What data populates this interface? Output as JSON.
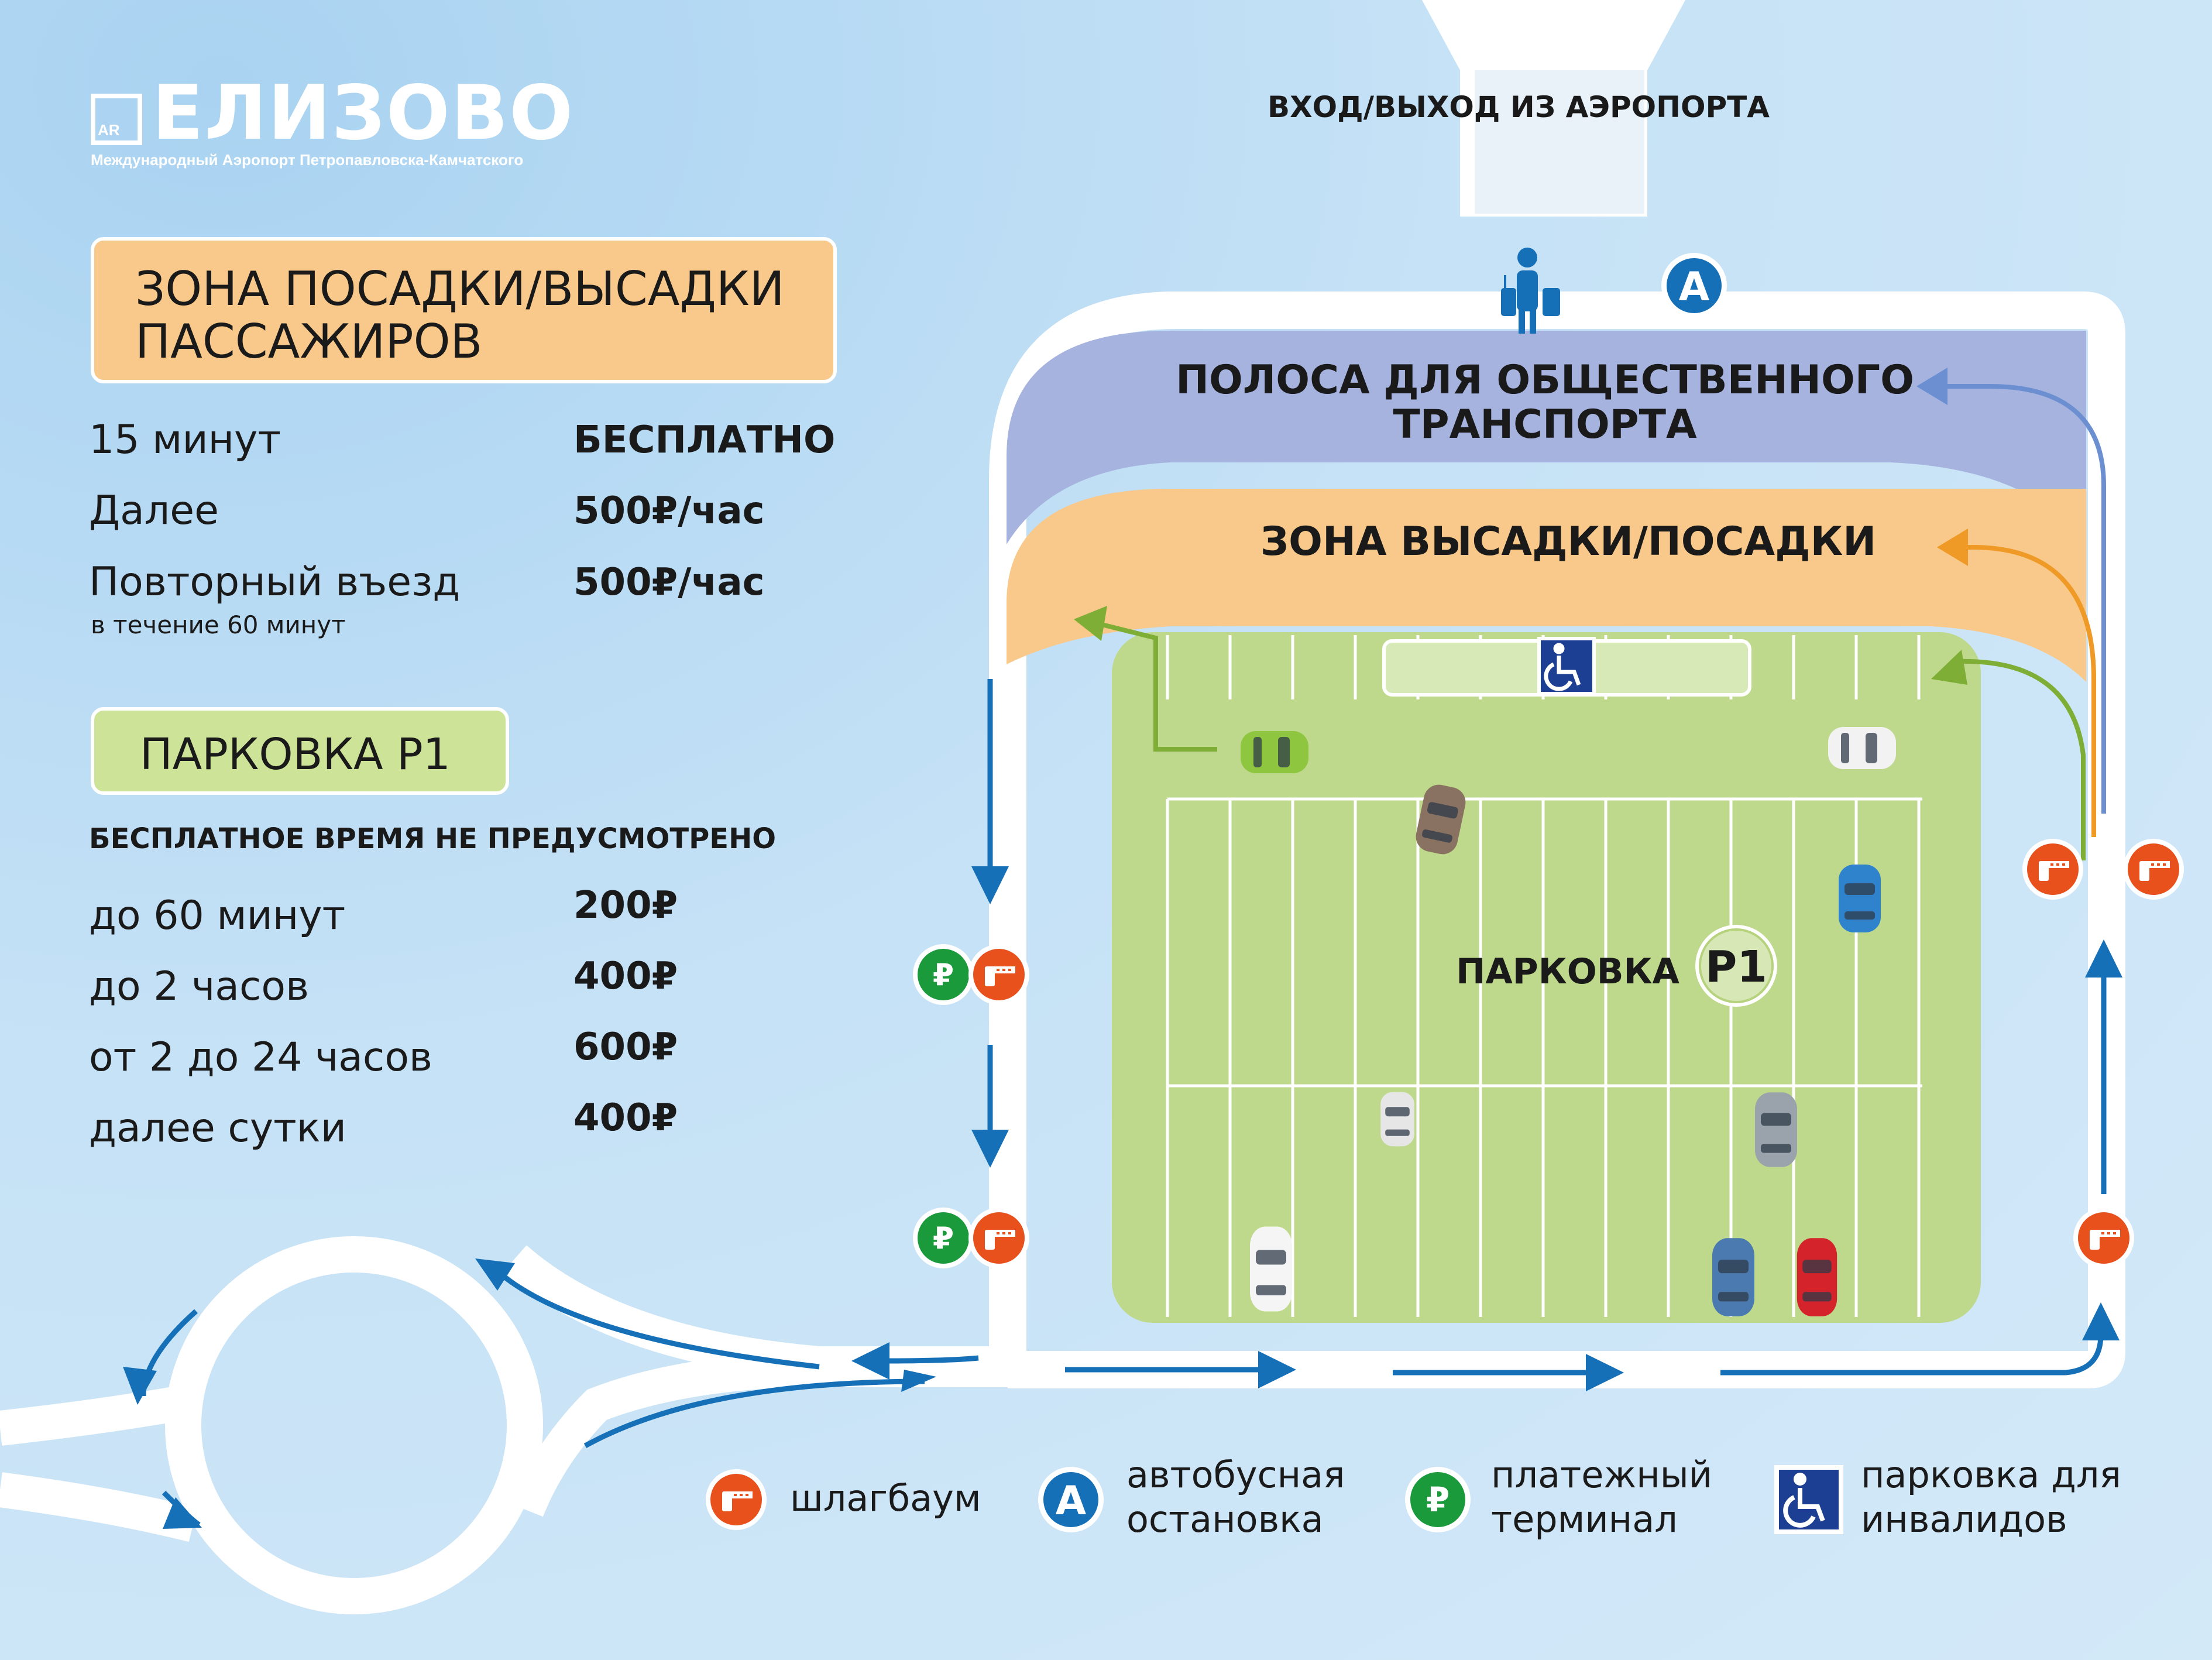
{
  "brand": {
    "name": "ЕЛИЗОВО",
    "badge": "AR",
    "subtitle": "Международный Аэропорт Петропавловска-Камчатского"
  },
  "map": {
    "terminal_label": "ВХОД/ВЫХОД ИЗ АЭРОПОРТА",
    "public_transport_lane": {
      "line1": "ПОЛОСА ДЛЯ ОБЩЕСТВЕННОГО",
      "line2": "ТРАНСПОРТА"
    },
    "dropoff_zone": "ЗОНА ВЫСАДКИ/ПОСАДКИ",
    "parking_label": "ПАРКОВКА",
    "parking_badge": "P1",
    "bus_stop_letter": "A"
  },
  "dropoff_panel": {
    "title_line1": "ЗОНА ПОСАДКИ/ВЫСАДКИ",
    "title_line2": "ПАССАЖИРОВ",
    "tariffs": [
      {
        "label": "15 минут",
        "note": "",
        "price": "БЕСПЛАТНО"
      },
      {
        "label": "Далее",
        "note": "",
        "price": "500₽/час"
      },
      {
        "label": "Повторный въезд",
        "note": "в течение 60 минут",
        "price": "500₽/час"
      }
    ]
  },
  "parking_panel": {
    "title": "ПАРКОВКА P1",
    "note": "БЕСПЛАТНОЕ ВРЕМЯ НЕ ПРЕДУСМОТРЕНО",
    "tariffs": [
      {
        "label": "до 60 минут",
        "price": "200₽"
      },
      {
        "label": "до 2 часов",
        "price": "400₽"
      },
      {
        "label": "от 2 до 24 часов",
        "price": "600₽"
      },
      {
        "label": "далее сутки",
        "price": "400₽"
      }
    ]
  },
  "legend": [
    {
      "icon": "barrier-icon",
      "text": "шлагбаум"
    },
    {
      "icon": "bus-stop-icon",
      "letter": "A",
      "text": "автобусная\nостановка"
    },
    {
      "icon": "payment-terminal-icon",
      "letter": "₽",
      "text": "платежный\nтерминал"
    },
    {
      "icon": "wheelchair-icon",
      "text": "парковка для\nинвалидов"
    }
  ],
  "colors": {
    "road": "#ffffff",
    "background": "#c9e3f6",
    "arrow_blue": "#1670b8",
    "public_lane": "#a6b3df",
    "dropoff_zone": "#f8c98a",
    "parking_area": "#bed98b",
    "barrier_red": "#e8501c",
    "payment_green": "#1a9a3b",
    "bus_blue": "#1670b8",
    "lane_arrow_blue": "#6b8fd0",
    "lane_arrow_orange": "#ef9a26",
    "lane_arrow_green": "#7eae36"
  }
}
